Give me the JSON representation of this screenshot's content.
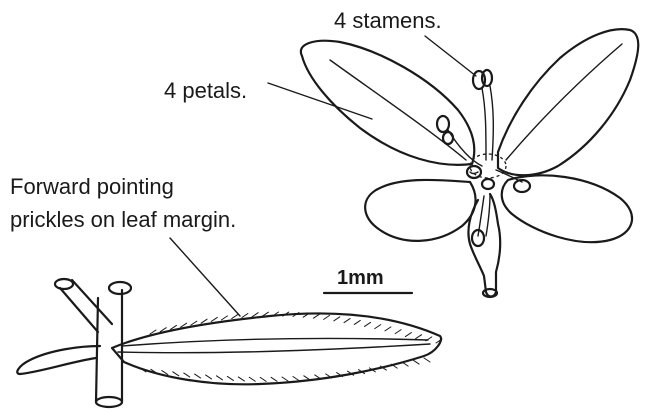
{
  "labels": {
    "stamens": "4 stamens.",
    "petals": "4 petals.",
    "prickles_line1": "Forward pointing",
    "prickles_line2": "prickles on leaf margin.",
    "scale": "1mm"
  }
}
